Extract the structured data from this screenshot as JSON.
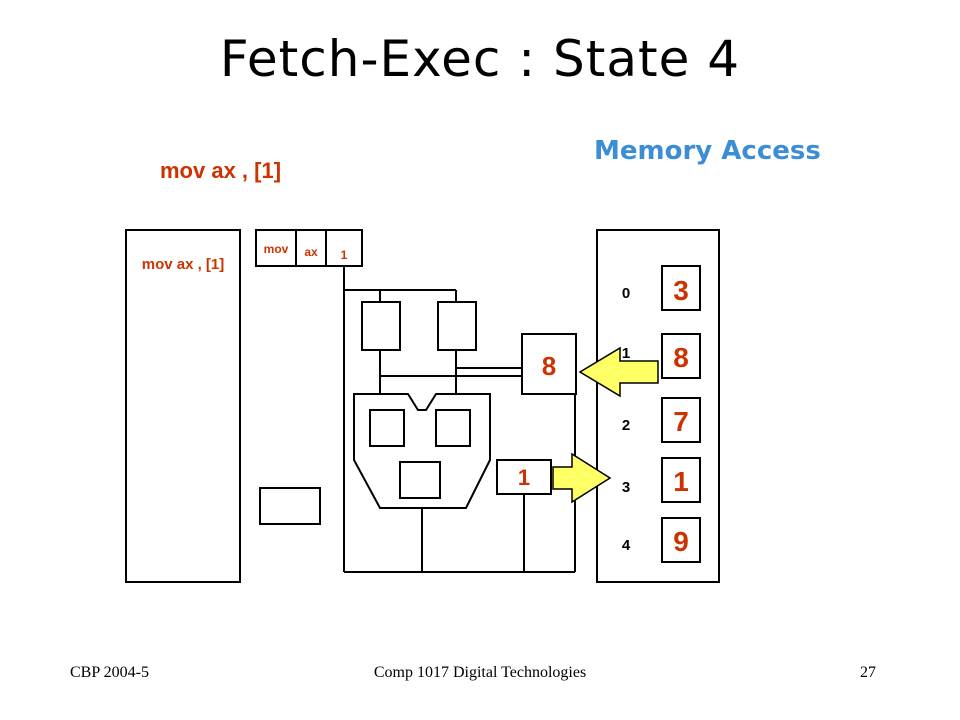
{
  "title": "Fetch-Exec : State 4",
  "instruction_label": "mov ax , [1]",
  "stage_label": "Memory Access",
  "program_memory": {
    "text": "mov ax , [1]"
  },
  "instruction_register": {
    "cells": [
      "mov",
      "ax",
      "1"
    ]
  },
  "data_register_value": "8",
  "address_register_value": "1",
  "memory": {
    "addresses": [
      "0",
      "1",
      "2",
      "3",
      "4"
    ],
    "values": [
      "3",
      "8",
      "7",
      "1",
      "9"
    ]
  },
  "colors": {
    "red_text": "#cc3300",
    "blue_text": "#3b8ed6",
    "arrow_fill": "#ffff66",
    "arrow_stroke": "#000000"
  },
  "footer": {
    "left": "CBP 2004-5",
    "center": "Comp 1017  Digital Technologies",
    "right": "27"
  }
}
